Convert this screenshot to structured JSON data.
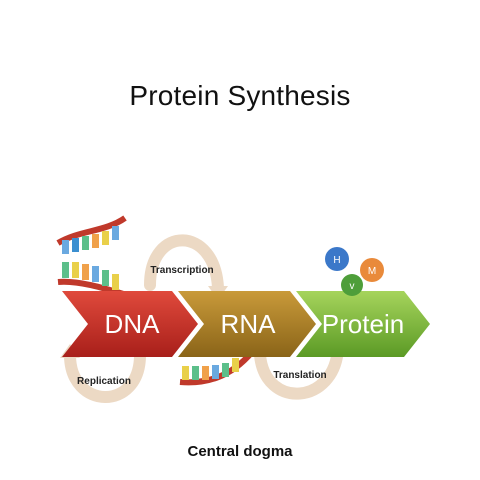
{
  "title": "Protein Synthesis",
  "caption": "Central dogma",
  "stages": [
    {
      "label": "DNA",
      "color_top": "#e04a3c",
      "color_bottom": "#a81f1a"
    },
    {
      "label": "RNA",
      "color_top": "#c99a3a",
      "color_bottom": "#8a6418"
    },
    {
      "label": "Protein",
      "color_top": "#a6d45c",
      "color_bottom": "#5b9a25"
    }
  ],
  "processes": {
    "replication": "Replication",
    "transcription": "Transcription",
    "translation": "Translation"
  },
  "molecules": [
    {
      "label": "H",
      "color": "#3b78c9"
    },
    {
      "label": "v",
      "color": "#4e9e3a"
    },
    {
      "label": "M",
      "color": "#e98a3a"
    }
  ],
  "loop_arrow_color": "#ecd9c4"
}
